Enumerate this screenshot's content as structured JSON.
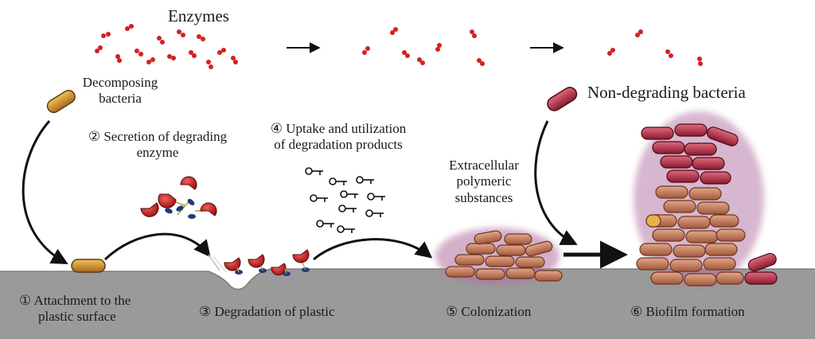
{
  "labels": {
    "enzymes": "Enzymes",
    "decomposing_bacteria": [
      "Decomposing",
      "bacteria"
    ],
    "non_degrading_bacteria": "Non-degrading bacteria",
    "step2": [
      "② Secretion of degrading",
      "enzyme"
    ],
    "step4": [
      "④ Uptake and utilization",
      "of degradation products"
    ],
    "eps": [
      "Extracellular",
      "polymeric",
      "substances"
    ],
    "step1": [
      "① Attachment to the",
      "plastic surface"
    ],
    "step3": "③ Degradation of plastic",
    "step5": "⑤ Colonization",
    "step6": "⑥ Biofilm formation"
  },
  "colors": {
    "surface": "#9a9a9a",
    "enzyme_dot": "#d42020",
    "decomposing_bacterium": "#c98a2c",
    "non_degrading_bacterium": "#b82a45",
    "colony_bacterium": "#c98262",
    "eps_halo": "#b06fa0",
    "enzyme_tag": "#1f3a7a"
  }
}
